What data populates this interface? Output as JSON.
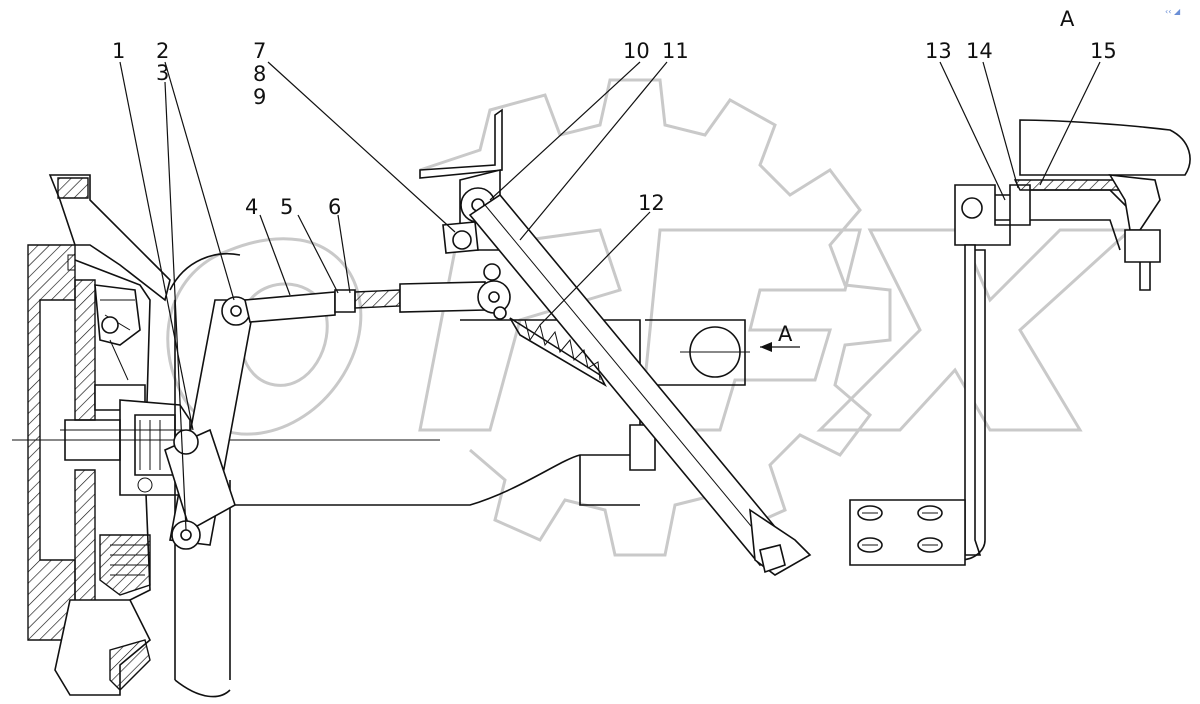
{
  "diagram": {
    "view_label": "A",
    "arrow_label": "A",
    "callouts": [
      "1",
      "2",
      "3",
      "4",
      "5",
      "6",
      "7",
      "8",
      "9",
      "10",
      "11",
      "12",
      "13",
      "14",
      "15"
    ],
    "watermark": "OPEX",
    "corner_mark": "‹‹ ◢"
  }
}
